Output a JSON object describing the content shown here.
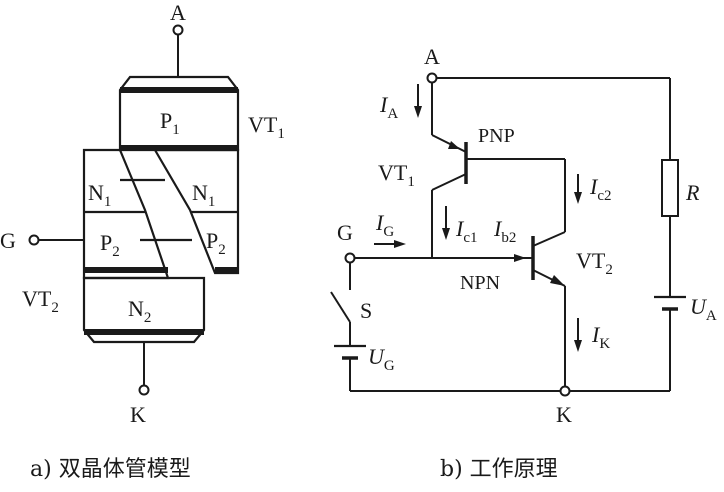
{
  "model": {
    "terminal_a": "A",
    "terminal_g": "G",
    "terminal_k": "K",
    "p1": "P",
    "p1_sub": "1",
    "n1_left": "N",
    "n1_left_sub": "1",
    "n1_right": "N",
    "n1_right_sub": "1",
    "p2_left": "P",
    "p2_left_sub": "2",
    "p2_right": "P",
    "p2_right_sub": "2",
    "n2": "N",
    "n2_sub": "2",
    "vt1": "VT",
    "vt1_sub": "1",
    "vt2": "VT",
    "vt2_sub": "2"
  },
  "circuit": {
    "terminal_a": "A",
    "terminal_g": "G",
    "terminal_k": "K",
    "ia": "I",
    "ia_sub": "A",
    "ig": "I",
    "ig_sub": "G",
    "ic1": "I",
    "ic1_sub": "c1",
    "ib2": "I",
    "ib2_sub": "b2",
    "ic2": "I",
    "ic2_sub": "c2",
    "ik": "I",
    "ik_sub": "K",
    "pnp": "PNP",
    "npn": "NPN",
    "vt1": "VT",
    "vt1_sub": "1",
    "vt2": "VT",
    "vt2_sub": "2",
    "r": "R",
    "ua": "U",
    "ua_sub": "A",
    "ug": "U",
    "ug_sub": "G",
    "switch": "S"
  },
  "captions": {
    "a": "a) 双晶体管模型",
    "b": "b) 工作原理"
  }
}
